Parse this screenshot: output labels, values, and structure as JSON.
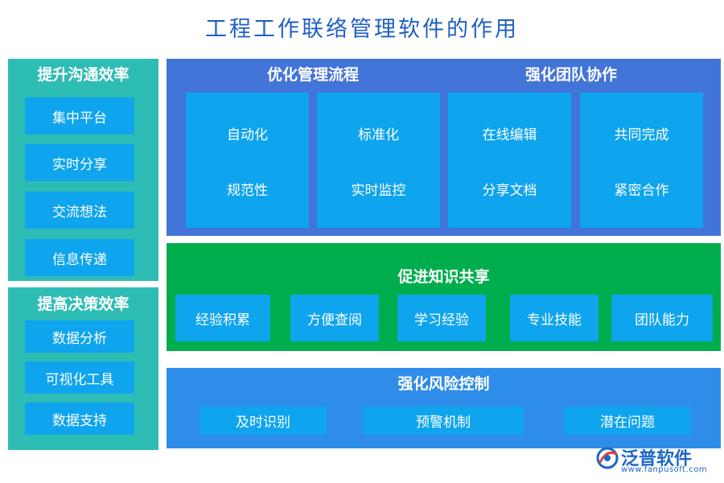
{
  "title": "工程工作联络管理软件的作用",
  "communication": {
    "heading": "提升沟通效率",
    "items": [
      "集中平台",
      "实时分享",
      "交流想法",
      "信息传递"
    ]
  },
  "decision": {
    "heading": "提高决策效率",
    "items": [
      "数据分析",
      "可视化工具",
      "数据支持"
    ]
  },
  "management": {
    "heading_left": "优化管理流程",
    "heading_right": "强化团队协作",
    "cards": [
      {
        "line1": "自动化",
        "line2": "规范性"
      },
      {
        "line1": "标准化",
        "line2": "实时监控"
      },
      {
        "line1": "在线编辑",
        "line2": "分享文档"
      },
      {
        "line1": "共同完成",
        "line2": "紧密合作"
      }
    ]
  },
  "knowledge": {
    "heading": "促进知识共享",
    "items": [
      "经验积累",
      "方便查阅",
      "学习经验",
      "专业技能",
      "团队能力"
    ]
  },
  "risk": {
    "heading": "强化风险控制",
    "items": [
      "及时识别",
      "预警机制",
      "潜在问题"
    ]
  },
  "logo": {
    "name": "泛普软件",
    "url": "www.fanpusoft.com"
  },
  "colors": {
    "title": "#1f5fc4",
    "teal": "#2ebdb4",
    "blue_panel": "#4374d8",
    "green_panel": "#00ad4d",
    "risk_panel": "#2e8de8",
    "box": "#0fa4ee"
  }
}
